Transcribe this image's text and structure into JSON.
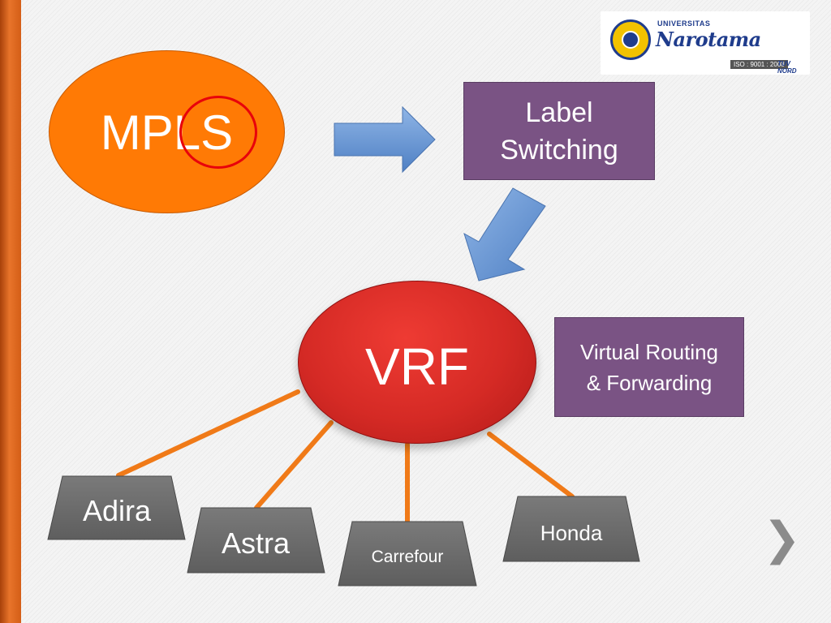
{
  "slide": {
    "mpls_label": "MPLS",
    "label_switching_line1": "Label",
    "label_switching_line2": "Switching",
    "vrf_label": "VRF",
    "vrf_desc_line1": "Virtual Routing",
    "vrf_desc_line2": "& Forwarding",
    "nodes": [
      "Adira",
      "Astra",
      "Carrefour",
      "Honda"
    ]
  },
  "logo": {
    "top_text": "UNIVERSITAS",
    "name_text": "Narotama",
    "iso_text": "ISO : 9001 : 2008",
    "cert_text": "TUV NORD"
  },
  "nav": {
    "next_symbol": "❯"
  },
  "colors": {
    "accent_orange": "#ff7a05",
    "box_purple": "#7a5384",
    "vrf_red": "#d52a25",
    "node_gray": "#707070",
    "arrow_blue": "#5b8fd0",
    "connector_orange": "#f07a18"
  }
}
